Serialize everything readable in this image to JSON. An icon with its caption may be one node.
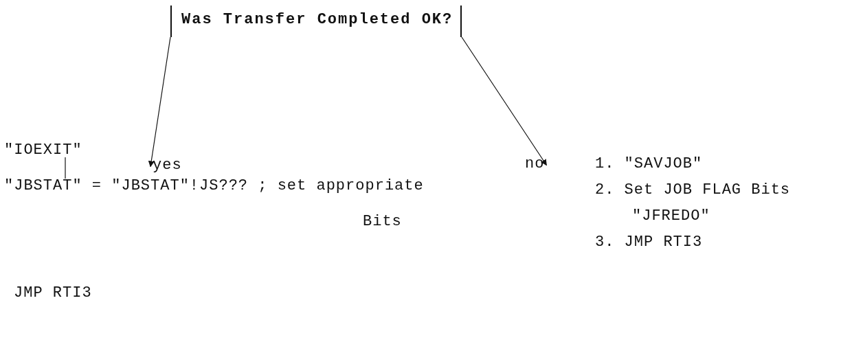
{
  "diagram": {
    "nodes": [
      {
        "text": [
          "Was Transfer Completed OK?"
        ]
      },
      {
        "text": [
          "yes"
        ]
      },
      {
        "text": [
          "no"
        ]
      },
      {
        "text": [
          "\"IOEXIT\""
        ]
      },
      {
        "text": [
          "\"JBSTAT\" = \"JBSTAT\"!JS??? ; set appropriate",
          "Bits"
        ]
      }
    ],
    "edges": [
      {
        "from": 0,
        "to": 1,
        "arrow": "to"
      },
      {
        "from": 0,
        "to": 2,
        "arrow": "to"
      },
      {
        "from": 3,
        "to": 4,
        "arrow": "none"
      }
    ],
    "labels": [
      "1. \"SAVJOB\"",
      "2. Set JOB FLAG Bits \"JFREDO\"",
      "3. JMP RTI3",
      "JMP RTI3"
    ]
  }
}
